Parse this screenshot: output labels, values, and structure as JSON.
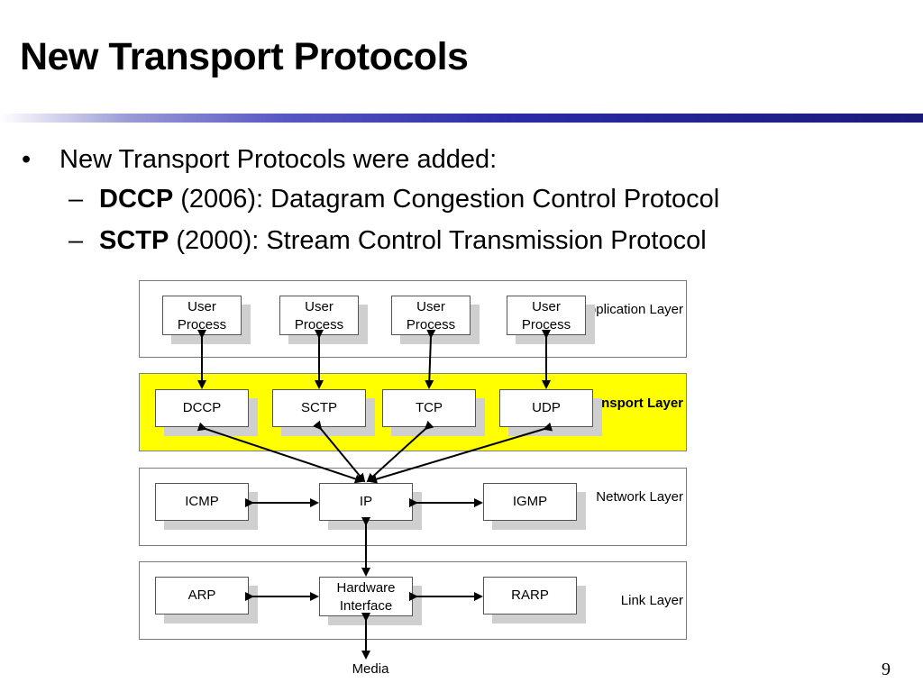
{
  "slide": {
    "title": "New Transport Protocols",
    "page_number": "9"
  },
  "bullets": {
    "main": "New Transport Protocols were added:",
    "items": [
      {
        "name": "DCCP",
        "text": " (2006): Datagram Congestion Control Protocol"
      },
      {
        "name": "SCTP",
        "text": " (2000): Stream Control Transmission Protocol"
      }
    ]
  },
  "diagram": {
    "layers": {
      "application": "Application Layer",
      "transport": "Transport Layer",
      "network": "Network Layer",
      "link": "Link Layer"
    },
    "application_boxes": [
      "User Process",
      "User Process",
      "User Process",
      "User Process"
    ],
    "transport_boxes": [
      "DCCP",
      "SCTP",
      "TCP",
      "UDP"
    ],
    "network_boxes": [
      "ICMP",
      "IP",
      "IGMP"
    ],
    "link_boxes": [
      "ARP",
      "Hardware Interface",
      "RARP"
    ],
    "media_label": "Media",
    "colors": {
      "transport_layer_fill": "#ffff00",
      "box_shadow": "#cfcfcf",
      "title_rule": "#1a1a7a"
    }
  }
}
